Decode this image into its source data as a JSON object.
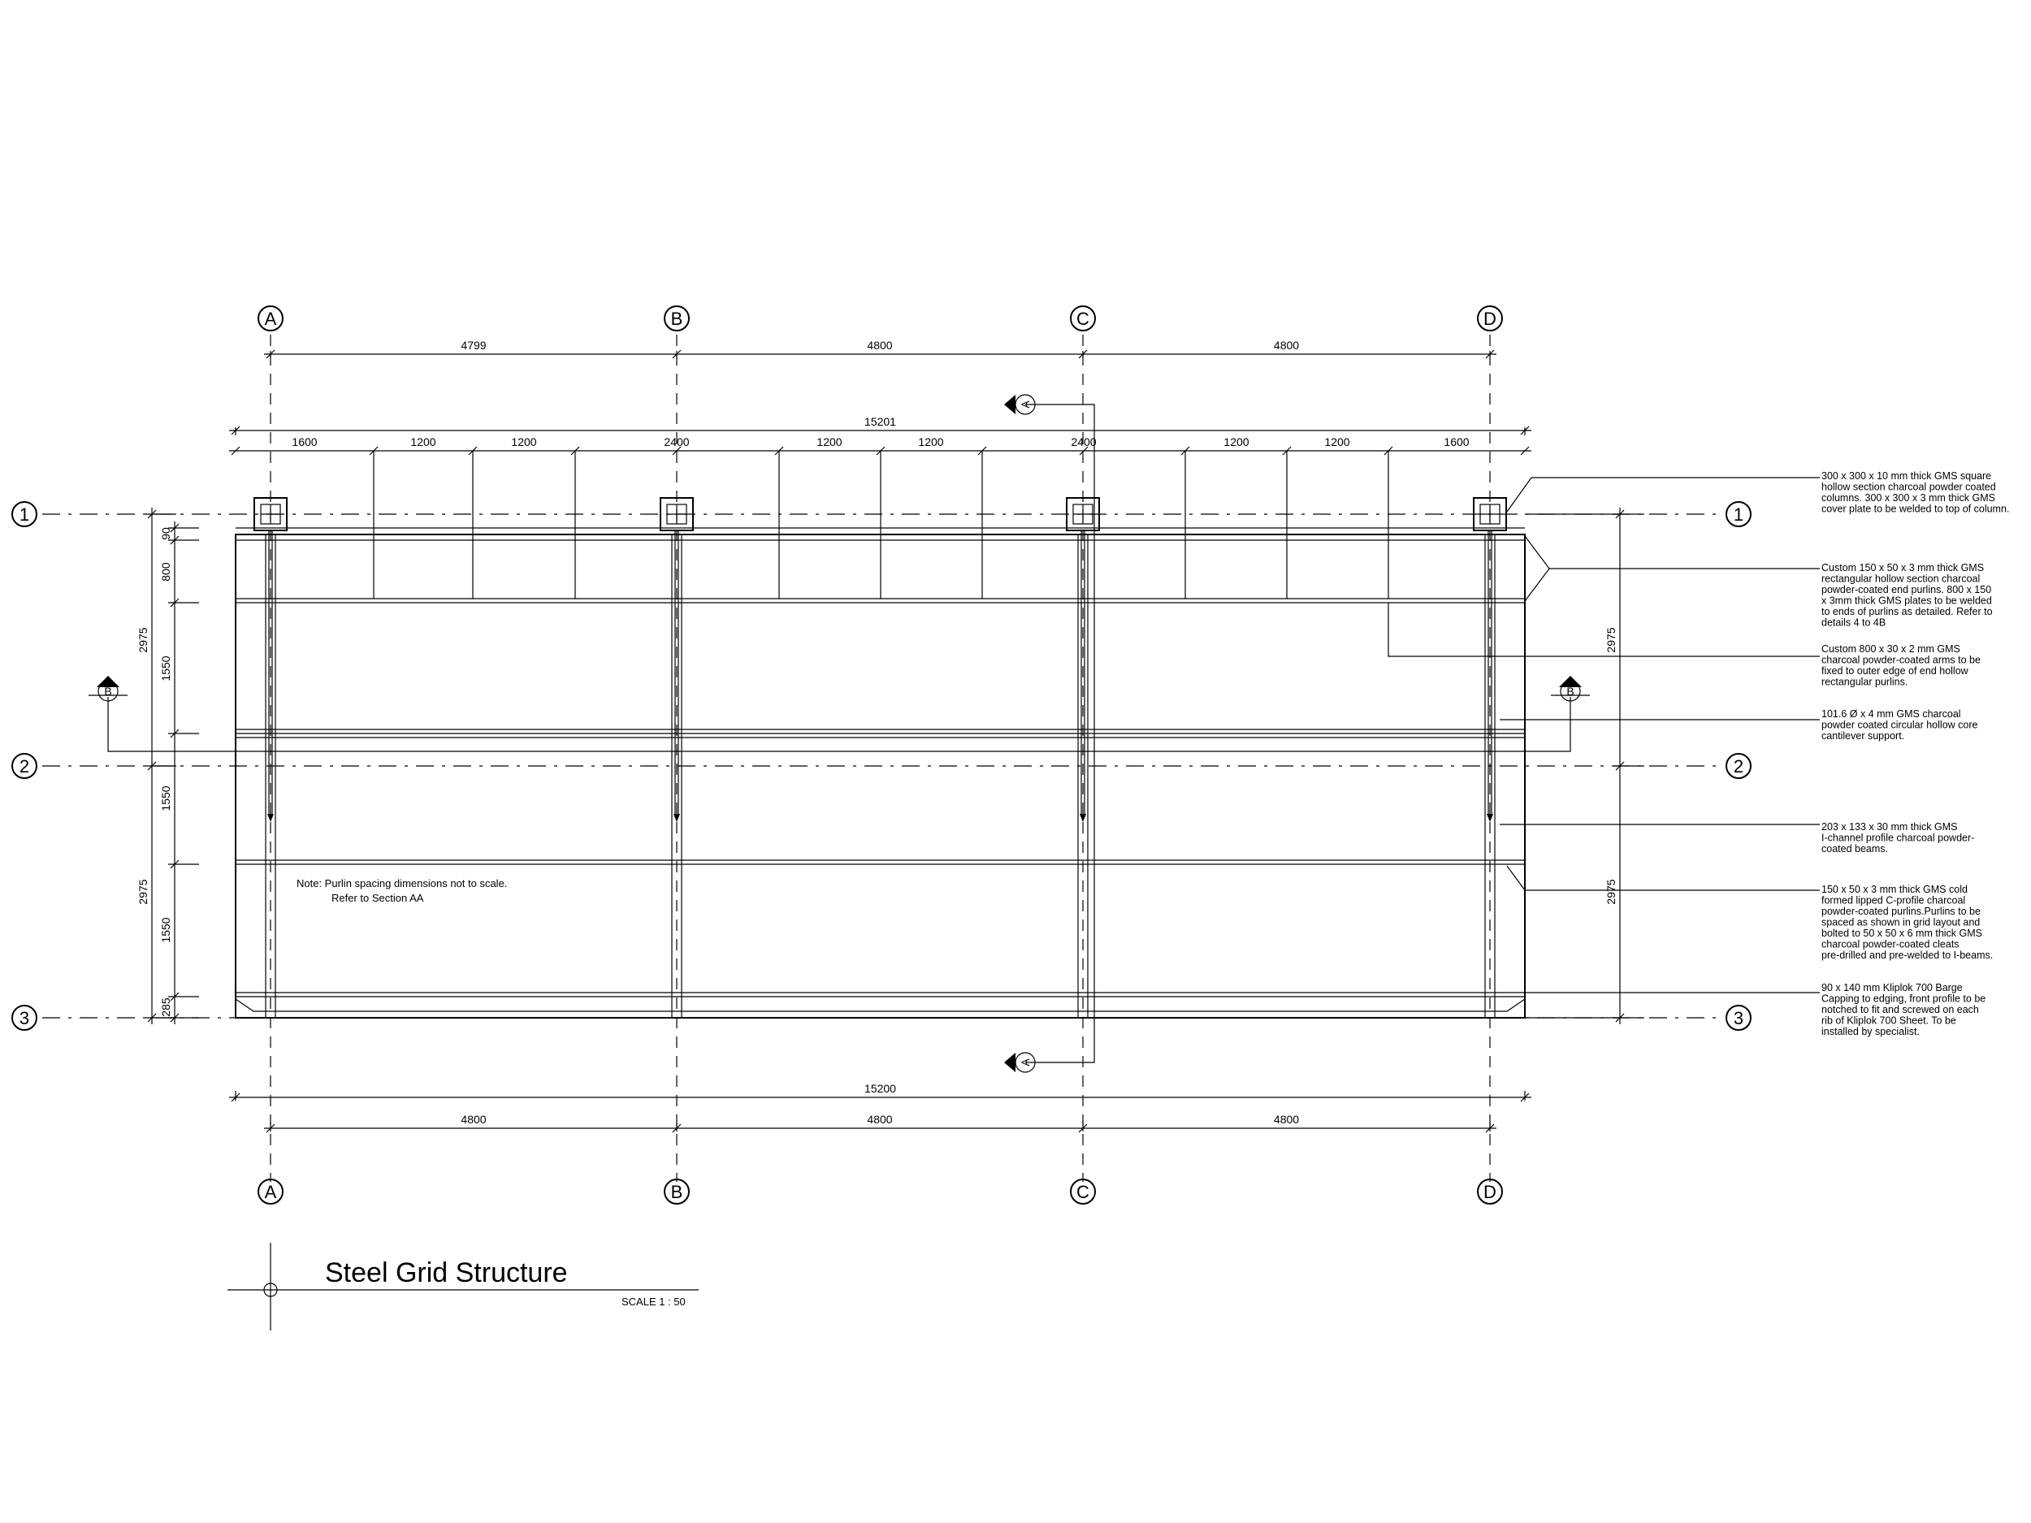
{
  "grid": {
    "columns": [
      "A",
      "B",
      "C",
      "D"
    ],
    "rows": [
      "1",
      "2",
      "3"
    ]
  },
  "dimensions": {
    "top_bays": [
      "4799",
      "4800",
      "4800"
    ],
    "overall_top": "15201",
    "purlin_spacing": [
      "1600",
      "1200",
      "1200",
      "2400",
      "1200",
      "1200",
      "2400",
      "1200",
      "1200",
      "1600"
    ],
    "overall_bottom": "15200",
    "bottom_bays": [
      "4800",
      "4800",
      "4800"
    ],
    "left_outer": [
      "2975",
      "2975"
    ],
    "left_inner": [
      "90",
      "800",
      "1550",
      "1550",
      "1550",
      "285"
    ],
    "right": [
      "2975",
      "2975"
    ]
  },
  "section_markers": {
    "aa": "A",
    "bb": "B"
  },
  "note": {
    "line1": "Note:  Purlin spacing dimensions not to scale.",
    "line2": "Refer to Section AA"
  },
  "callouts": [
    [
      "300 x 300 x 10 mm thick GMS square",
      "hollow section charcoal powder coated",
      "columns. 300 x 300 x 3 mm thick GMS",
      "cover plate to be welded to top of column."
    ],
    [
      "Custom 150 x 50 x 3 mm thick GMS",
      "rectangular hollow section charcoal",
      "powder-coated end purlins. 800 x 150",
      "x 3mm thick GMS plates to be welded",
      "to ends of purlins as detailed. Refer to",
      "details 4 to 4B"
    ],
    [
      "Custom 800 x 30 x 2 mm GMS",
      "charcoal powder-coated arms to be",
      "fixed to outer edge of end hollow",
      "rectangular purlins."
    ],
    [
      "101.6 Ø x 4 mm GMS charcoal",
      "powder coated circular hollow core",
      "cantilever support."
    ],
    [
      "203 x 133 x 30 mm thick GMS",
      "I-channel profile charcoal powder-",
      "coated beams."
    ],
    [
      "150 x 50 x 3 mm thick GMS cold",
      "formed lipped C-profile charcoal",
      "powder-coated purlins.Purlins to be",
      "spaced as shown in grid layout and",
      "bolted to 50 x 50 x 6 mm thick GMS",
      "charcoal powder-coated cleats",
      "pre-drilled and pre-welded to I-beams."
    ],
    [
      "90 x 140 mm Kliplok 700 Barge",
      "Capping to edging, front profile to be",
      "notched to fit and screwed on each",
      "rib of Kliplok 700 Sheet. To be",
      "installed by specialist."
    ]
  ],
  "title": {
    "text": "Steel Grid Structure",
    "scale": "SCALE   1 : 50"
  }
}
